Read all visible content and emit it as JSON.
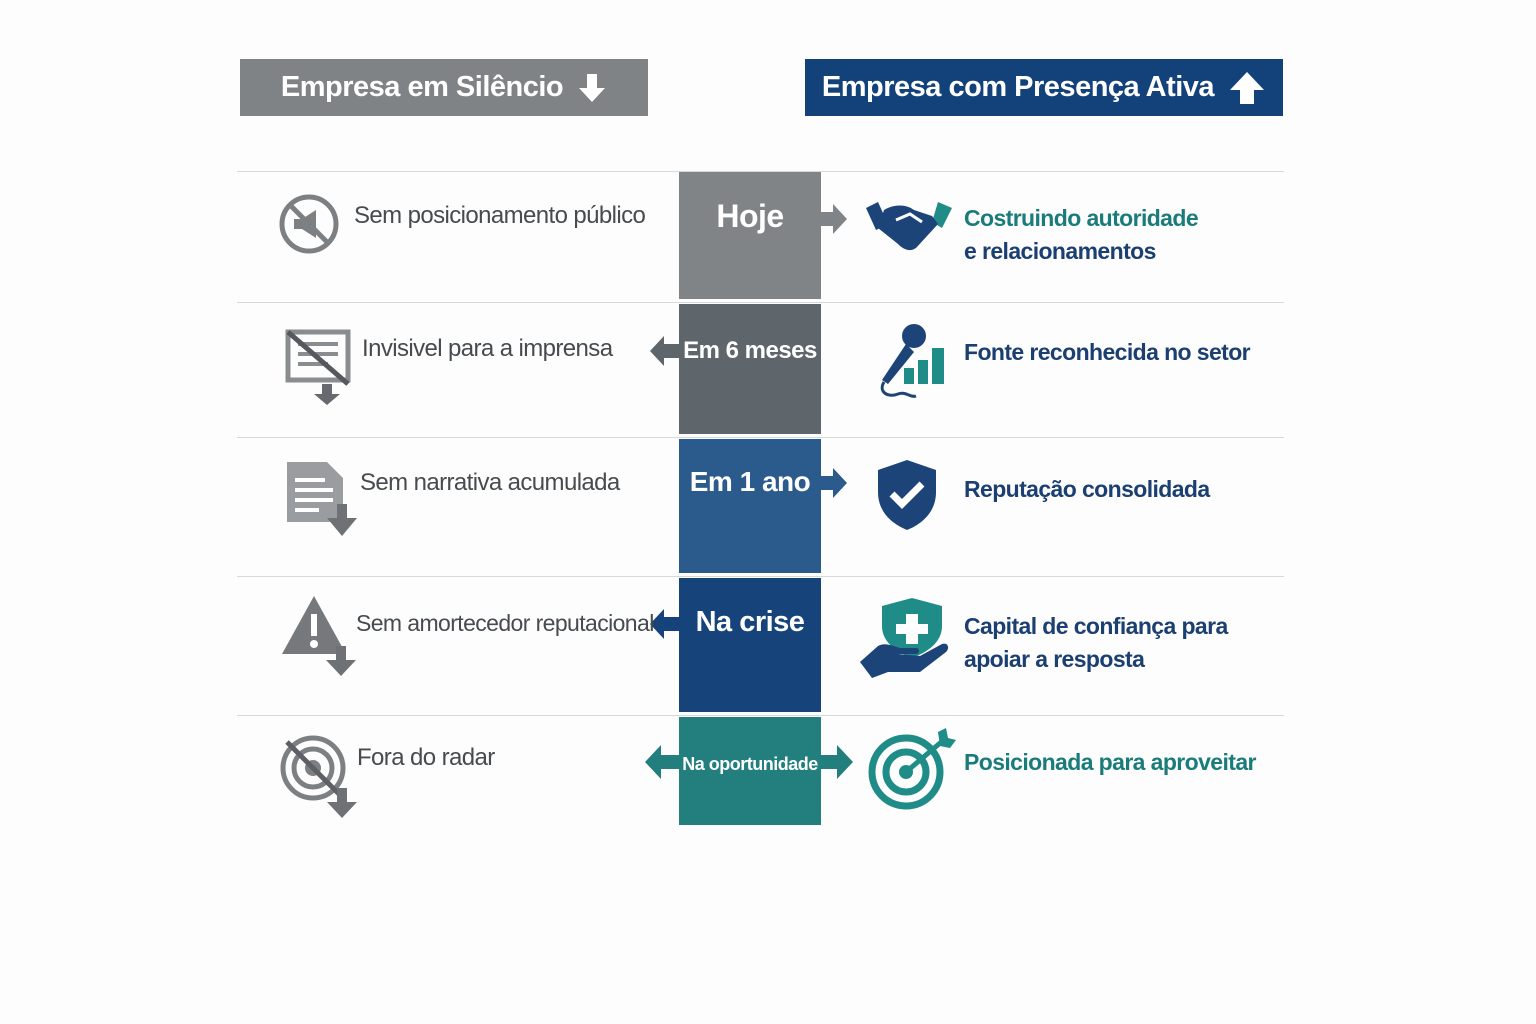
{
  "headers": {
    "left": "Empresa em Silêncio",
    "right": "Empresa com Presença Ativa"
  },
  "rows": [
    {
      "time": "Hoje",
      "left": "Sem posicionamento público",
      "right1": "Costruindo autoridade",
      "right2": "e relacionamentos"
    },
    {
      "time": "Em 6 meses",
      "left": "Invisivel para a imprensa",
      "right1": "Fonte reconhecida no setor"
    },
    {
      "time": "Em 1 ano",
      "left": "Sem narrativa acumulada",
      "right1": "Reputação consolidada"
    },
    {
      "time": "Na crise",
      "left": "Sem amortecedor reputacional",
      "right1": "Capital de confiança para",
      "right2": "apoiar a resposta"
    },
    {
      "time": "Na oportunidade",
      "left": "Fora do radar",
      "right1": "Posicionada para aproveitar"
    }
  ],
  "colors": {
    "gray": "#808385",
    "navy": "#13427a",
    "teal": "#1f7f7c"
  }
}
